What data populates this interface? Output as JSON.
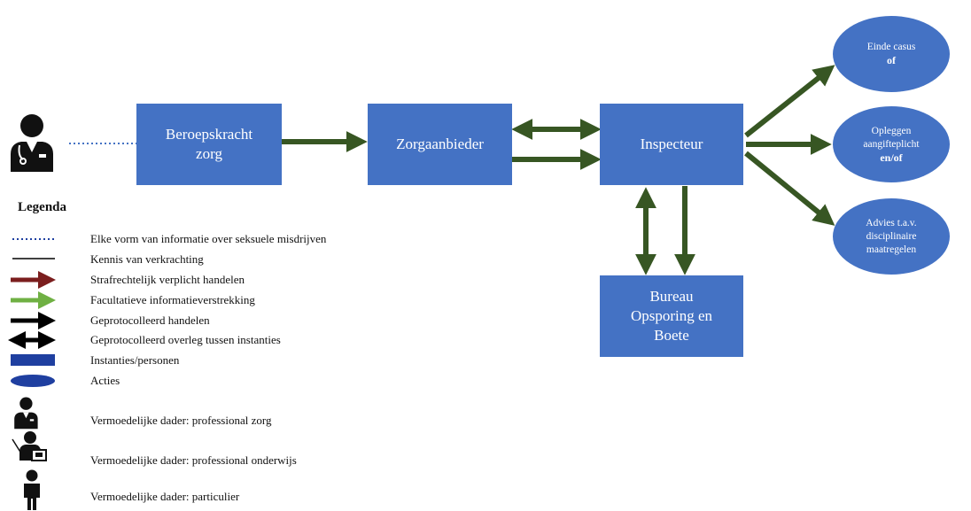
{
  "diagram": {
    "nodes": {
      "beroepskracht": "Beroepskracht\nzorg",
      "zorgaanbieder": "Zorgaanbieder",
      "inspecteur": "Inspecteur",
      "bureau": "Bureau\nOpsporing en\nBoete"
    },
    "outcomes": [
      {
        "line1": "Einde casus",
        "line2": "",
        "bold": "of"
      },
      {
        "line1": "Opleggen",
        "line2": "aangifteplicht",
        "bold": "en/of"
      },
      {
        "line1": "Advies t.a.v.",
        "line2": "disciplinaire",
        "line3": "maatregelen"
      }
    ]
  },
  "legend": {
    "title": "Legenda",
    "items": [
      {
        "label": "Elke vorm van informatie over seksuele misdrijven",
        "symbol": "dotted-line",
        "color": "#4472c4"
      },
      {
        "label": "Kennis van verkrachting",
        "symbol": "solid-line",
        "color": "#000000"
      },
      {
        "label": "Strafrechtelijk verplicht handelen",
        "symbol": "arrow",
        "color": "#7b1e1e"
      },
      {
        "label": "Facultatieve informatieverstrekking",
        "symbol": "arrow",
        "color": "#6fb043"
      },
      {
        "label": "Geprotocolleerd handelen",
        "symbol": "arrow",
        "color": "#000000"
      },
      {
        "label": "Geprotocolleerd overleg tussen instanties",
        "symbol": "double-arrow",
        "color": "#000000"
      },
      {
        "label": "Instanties/personen",
        "symbol": "rectangle",
        "color": "#1f3fa0"
      },
      {
        "label": "Acties",
        "symbol": "ellipse",
        "color": "#1f3fa0"
      },
      {
        "label": "Vermoedelijke dader: professional zorg",
        "symbol": "doctor-icon"
      },
      {
        "label": "Vermoedelijke dader: professional onderwijs",
        "symbol": "teacher-icon"
      },
      {
        "label": "Vermoedelijke dader: particulier",
        "symbol": "person-icon"
      }
    ]
  },
  "colors": {
    "node": "#4472c4",
    "flow_arrow": "#375623",
    "dotted": "#4472c4"
  }
}
